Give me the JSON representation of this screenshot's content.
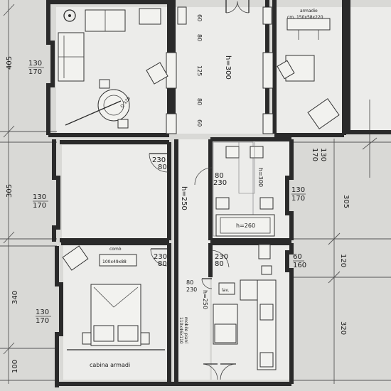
{
  "colors": {
    "paper": "#d9d9d6",
    "ink": "#2a2a2a",
    "floor": "#ececea"
  },
  "left_dimensions": [
    "405",
    "305",
    "340",
    "100"
  ],
  "right_dimensions": [
    "305",
    "120",
    "320"
  ],
  "window_labels": {
    "w1_h": "130",
    "w1_w": "170",
    "w2_h": "130",
    "w2_w": "170",
    "w3_h": "130",
    "w3_w": "170",
    "w4_h": "130",
    "w4_w": "170",
    "w5_h": "130",
    "w5_w": "170",
    "w6_h": "60",
    "w6_w": "160"
  },
  "door_labels": {
    "d1_w": "230",
    "d1_h": "80",
    "d2_w": "230",
    "d2_h": "80",
    "d3_w": "230",
    "d3_h": "80",
    "d4_w": "80",
    "d4_h": "230",
    "d5_w": "80",
    "d5_h": "230"
  },
  "corridor_heights": [
    "60",
    "80",
    "125",
    "80",
    "60"
  ],
  "ceiling_heights": {
    "corridor": "h=300",
    "hall": "h=250",
    "bath": "h=300",
    "tub": "h=260",
    "kitchen": "h=250"
  },
  "furniture_labels": {
    "armadio": "armadio",
    "armadio_dims": "cm. 150x58x220",
    "como": "comò",
    "como_dims": "100x49x88",
    "cabina": "cabina armadi",
    "lav": "lav.",
    "mobile": "mobile pianí",
    "mobile_dims": "110x46x110",
    "table": "Q 128"
  }
}
